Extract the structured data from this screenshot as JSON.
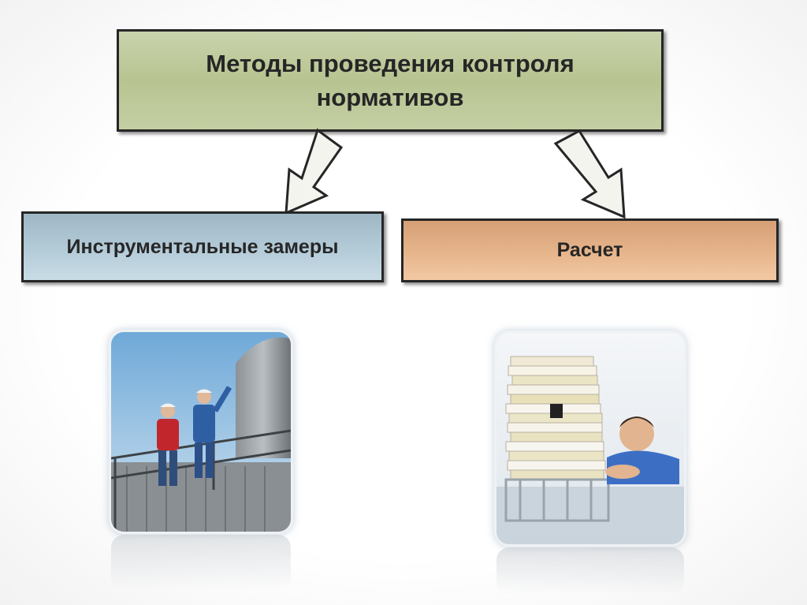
{
  "diagram": {
    "title": "Методы проведения контроля нормативов",
    "left_method": "Инструментальные замеры",
    "right_method": "Расчет"
  },
  "colors": {
    "title_box": "#bcc898",
    "left_box": "#b4cbd8",
    "right_box": "#e6b58c",
    "arrow_fill": "#f4f4ee",
    "outline": "#262626"
  },
  "images": {
    "left": "workers-on-industrial-tank-photo",
    "right": "man-behind-paper-stack-photo"
  }
}
